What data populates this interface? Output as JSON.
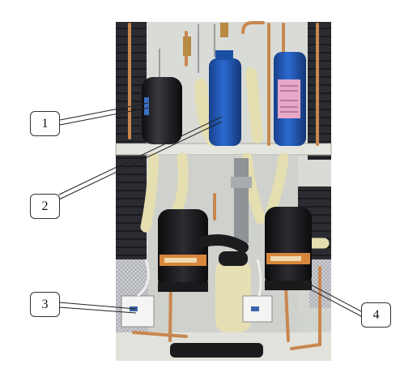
{
  "figure": {
    "description_icon": "hvac-compressor-unit-photo",
    "colors": {
      "background": "#ffffff",
      "cabinet": "#e9ebe6",
      "blue_canister": "#1f57b6",
      "black_tank": "#1b1b1d",
      "copper_pipe": "#c98a55",
      "insulation": "#e8e0b2",
      "foam_panel": "#2a2b2f"
    },
    "callouts": [
      {
        "id": "1",
        "label": "1"
      },
      {
        "id": "2",
        "label": "2"
      },
      {
        "id": "3",
        "label": "3"
      },
      {
        "id": "4",
        "label": "4"
      }
    ]
  }
}
